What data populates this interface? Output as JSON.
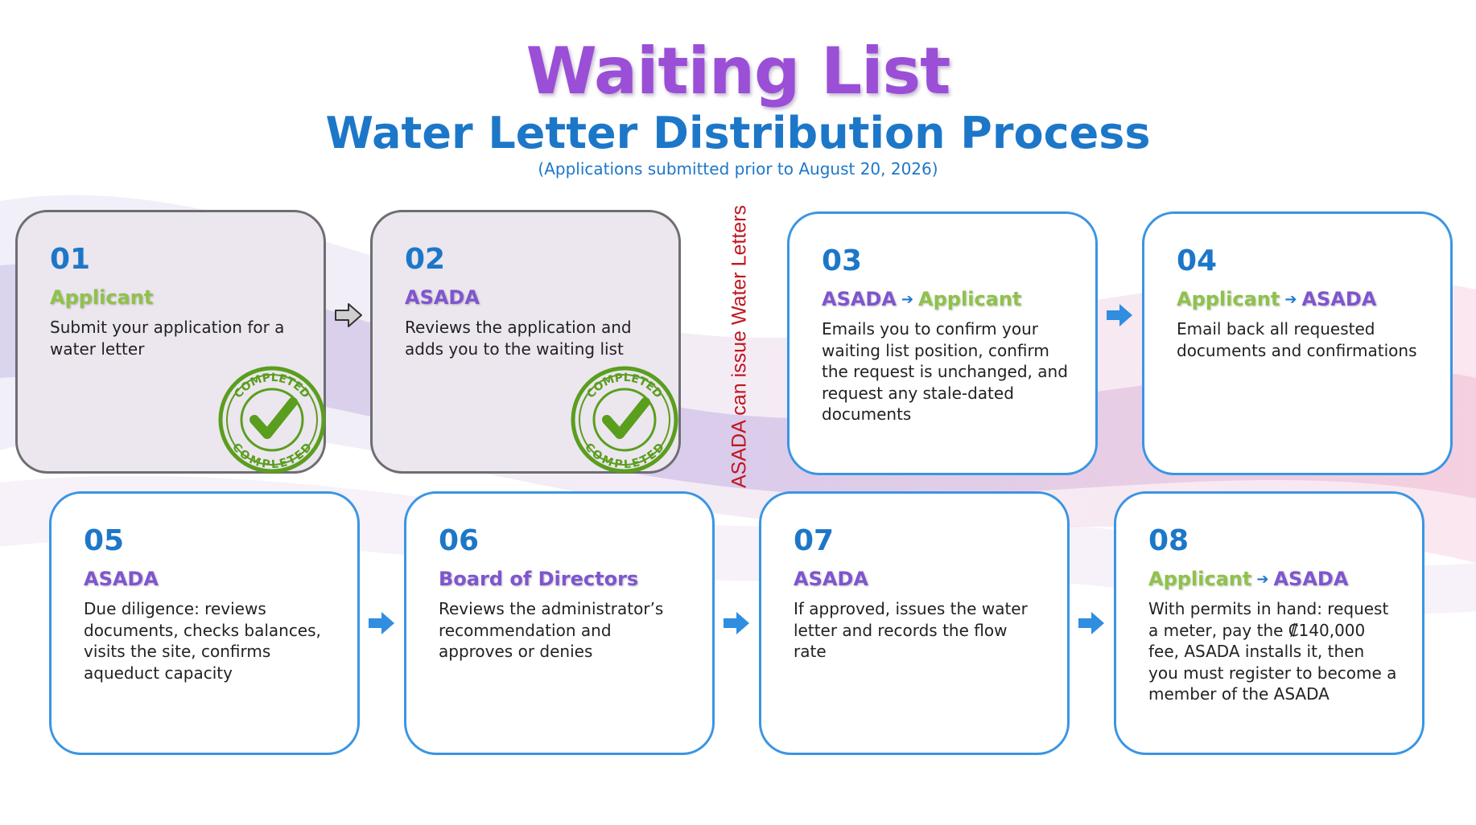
{
  "title": "Waiting List",
  "subtitle": "Water Letter Distribution Process",
  "note": "(Applications submitted prior to August 20, 2026)",
  "vertical_label": "ASADA can issue Water Letters",
  "stamp_text": "COMPLETED",
  "colors": {
    "title": "#9a4fd6",
    "heading": "#1d77c8",
    "applicant": "#8fc24a",
    "asada": "#7f55cf",
    "border_active": "#3a95e3",
    "border_done": "#6e6e72",
    "stamp": "#5a9e1e",
    "vertical_label": "#c0161e"
  },
  "steps": [
    {
      "number": "01",
      "actor": "Applicant",
      "actor_color": "green",
      "description": "Submit your application for a water letter",
      "status": "completed"
    },
    {
      "number": "02",
      "actor": "ASADA",
      "actor_color": "purple",
      "description": "Reviews the application and adds you to the waiting list",
      "status": "completed"
    },
    {
      "number": "03",
      "from": "ASADA",
      "to": "Applicant",
      "description": "Emails you to confirm your waiting list position, confirm the request is unchanged, and request any stale-dated documents",
      "status": "pending"
    },
    {
      "number": "04",
      "from": "Applicant",
      "to": "ASADA",
      "description": "Email back all requested documents and confirmations",
      "status": "pending"
    },
    {
      "number": "05",
      "actor": "ASADA",
      "actor_color": "purple",
      "description": "Due diligence: reviews documents, checks balances, visits the site, confirms aqueduct capacity",
      "status": "pending"
    },
    {
      "number": "06",
      "actor": "Board of Directors",
      "actor_color": "purple",
      "description": "Reviews the administrator’s recommendation and approves or denies",
      "status": "pending"
    },
    {
      "number": "07",
      "actor": "ASADA",
      "actor_color": "purple",
      "description": "If approved, issues the water letter and records the flow rate",
      "status": "pending"
    },
    {
      "number": "08",
      "from": "Applicant",
      "to": "ASADA",
      "description": "With permits in hand: request a meter, pay the ₡140,000 fee, ASADA installs it, then you must register to become a member of the ASADA",
      "status": "pending"
    }
  ],
  "icons": {
    "flow_arrow": "right-arrow-icon",
    "stamp": "completed-stamp-icon"
  }
}
